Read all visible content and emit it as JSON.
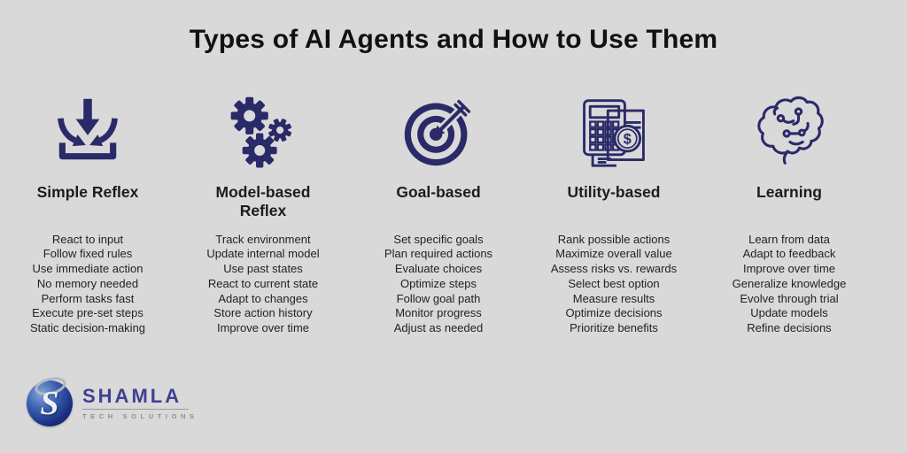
{
  "title": "Types of AI Agents and How to Use Them",
  "columns": [
    {
      "id": "simple-reflex",
      "icon": "inbox-arrows-icon",
      "title": "Simple Reflex",
      "items": [
        "React to input",
        "Follow fixed rules",
        "Use immediate action",
        "No memory needed",
        "Perform tasks fast",
        "Execute pre-set steps",
        "Static decision-making"
      ]
    },
    {
      "id": "model-based-reflex",
      "icon": "gears-icon",
      "title": "Model-based Reflex",
      "items": [
        "Track environment",
        "Update internal model",
        "Use past states",
        "React to current state",
        "Adapt to changes",
        "Store action history",
        "Improve over time"
      ]
    },
    {
      "id": "goal-based",
      "icon": "target-dart-icon",
      "title": "Goal-based",
      "items": [
        "Set specific goals",
        "Plan required actions",
        "Evaluate choices",
        "Optimize steps",
        "Follow goal path",
        "Monitor progress",
        "Adjust as needed"
      ]
    },
    {
      "id": "utility-based",
      "icon": "calculator-money-icon",
      "title": "Utility-based",
      "items": [
        "Rank possible actions",
        "Maximize overall value",
        "Assess risks vs. rewards",
        "Select best option",
        "Measure results",
        "Optimize decisions",
        "Prioritize benefits"
      ]
    },
    {
      "id": "learning",
      "icon": "brain-circuit-icon",
      "title": "Learning",
      "items": [
        "Learn from data",
        "Adapt to feedback",
        "Improve over time",
        "Generalize knowledge",
        "Evolve through trial",
        "Update models",
        "Refine decisions"
      ]
    }
  ],
  "brand": {
    "name": "SHAMLA",
    "tagline": "TECH SOLUTIONS",
    "monogram": "S"
  },
  "colors": {
    "background": "#d9d9d9",
    "icon_navy": "#2b2a68",
    "title_text": "#111111",
    "brand_blue": "#3f3f96",
    "brand_gray": "#8d8d8d"
  }
}
